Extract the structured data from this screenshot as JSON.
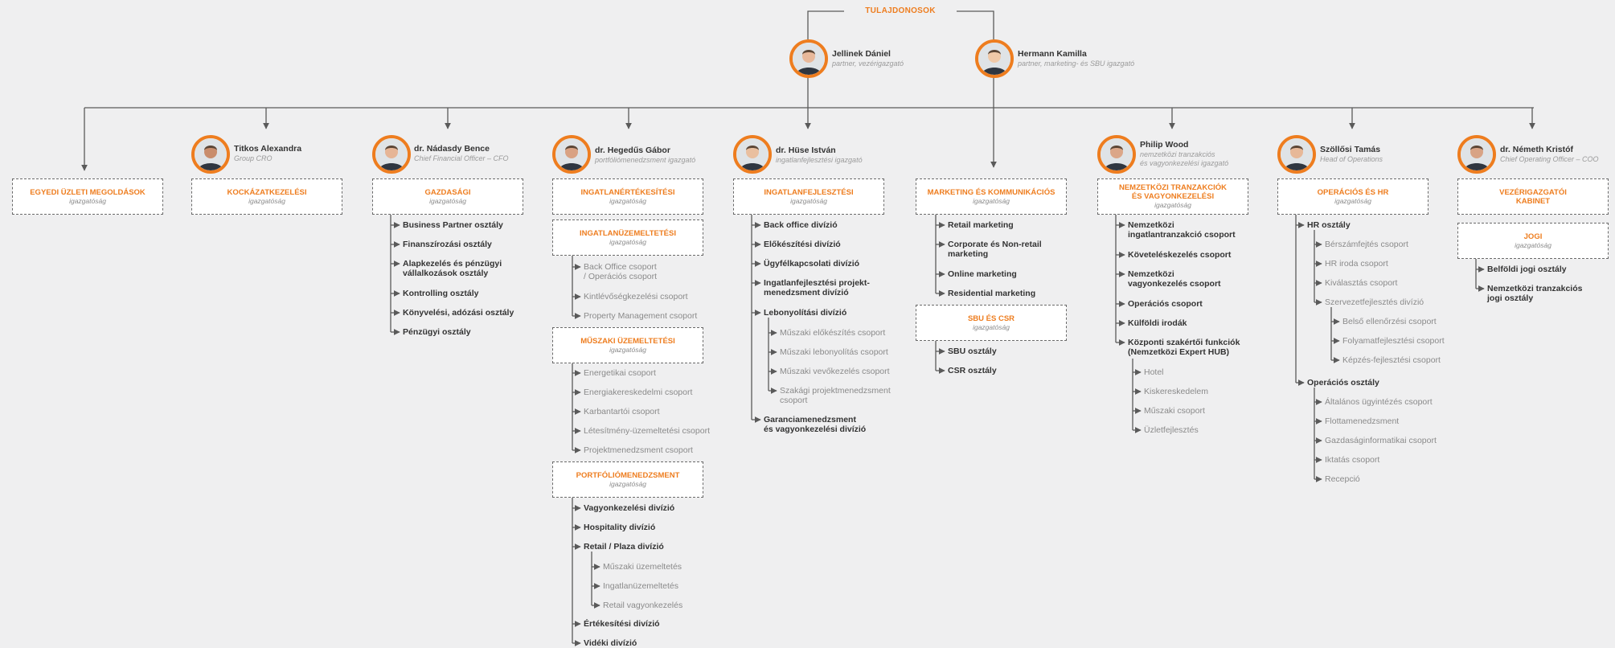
{
  "owners": {
    "label": "TULAJDONOSOK",
    "people": [
      {
        "name": "Jellinek Dániel",
        "role": "partner, vezérigazgató"
      },
      {
        "name": "Hermann Kamilla",
        "role": "partner, marketing- és SBU igazgató"
      }
    ]
  },
  "managers": [
    {
      "name": "Titkos Alexandra",
      "role": "Group CRO"
    },
    {
      "name": "dr. Nádasdy Bence",
      "role": "Chief Financial Officer – CFO"
    },
    {
      "name": "dr. Hegedűs Gábor",
      "role": "portfólió­menedzsment igazgató"
    },
    {
      "name": "dr. Hüse István",
      "role": "ingatlanfejlesztési igazgató"
    },
    {
      "name": "Philip Wood",
      "role": "nemzetközi tranzakciós\nés vagyonkezelési igazgató"
    },
    {
      "name": "Szöllősi Tamás",
      "role": "Head of Operations"
    },
    {
      "name": "dr. Németh Kristóf",
      "role": "Chief Operating Officer – COO"
    }
  ],
  "boxes": [
    {
      "title": "EGYEDI ÜZLETI MEGOLDÁSOK",
      "sub": "igazgatóság"
    },
    {
      "title": "KOCKÁZATKEZELÉSI",
      "sub": "igazgatóság"
    },
    {
      "title": "GAZDASÁGI",
      "sub": "igazgatóság"
    },
    {
      "title": "INGATLANÉRTÉKESÍTÉSI",
      "sub": "igazgatóság"
    },
    {
      "title": "INGATLANÜZEMELTETÉSI",
      "sub": "igazgatóság"
    },
    {
      "title": "MŰSZAKI ÜZEMELTETÉSI",
      "sub": "igazgatóság"
    },
    {
      "title": "PORTFÓLIÓMENEDZSMENT",
      "sub": "igazgatóság"
    },
    {
      "title": "INGATLANFEJLESZTÉSI",
      "sub": "igazgatóság"
    },
    {
      "title": "MARKETING ÉS KOMMUNIKÁCIÓS",
      "sub": "igazgatóság"
    },
    {
      "title": "SBU ÉS CSR",
      "sub": "igazgatóság"
    },
    {
      "title": "NEMZETKÖZI TRANZAKCIÓK\nÉS VAGYONKEZELÉSI",
      "sub": "igazgatóság"
    },
    {
      "title": "OPERÁCIÓS ÉS HR",
      "sub": "igazgatóság"
    },
    {
      "title": "VEZÉRIGAZGATÓI\nKABINET",
      "sub": ""
    },
    {
      "title": "JOGI",
      "sub": "igazgatóság"
    }
  ],
  "units": {
    "gazdasagi": [
      "Business Partner osztály",
      "Finanszírozási osztály",
      "Alapkezelés és pénzügyi\nvállalkozások osztály",
      "Kontrolling osztály",
      "Könyvelési, adózási osztály",
      "Pénzügyi osztály"
    ],
    "ingatlanuzemeltetesi": [
      "Back Office csoport\n/ Operációs csoport",
      "Kintlévőségkezelési csoport",
      "Property Management csoport"
    ],
    "muszaki": [
      "Energetikai csoport",
      "Energiakereskedelmi csoport",
      "Karbantartói csoport",
      "Létesítmény-üzemeltetési csoport",
      "Projektmenedzsment csoport"
    ],
    "portfolio": [
      "Vagyonkezelési divízió",
      "Hospitality divízió",
      "Retail / Plaza divízió",
      "Értékesítési divízió",
      "Vidéki divízió"
    ],
    "retail_sub": [
      "Műszaki üzemeltetés",
      "Ingatlanüzemeltetés",
      "Retail vagyonkezelés"
    ],
    "fejlesztesi": [
      "Back office divízió",
      "Előkészítési divízió",
      "Ügyfélkapcsolati divízió",
      "Ingatlanfejlesztési projekt-\nmenedzsment divízió",
      "Lebonyolítási divízió",
      "Garanciamenedzsment\nés vagyonkezelési divízió"
    ],
    "lebonyolitasi_sub": [
      "Műszaki előkészítés csoport",
      "Műszaki lebonyolítás csoport",
      "Műszaki vevőkezelés csoport",
      "Szakági projektmenedzsment\ncsoport"
    ],
    "marketing": [
      "Retail marketing",
      "Corporate és Non-retail\nmarketing",
      "Online marketing",
      "Residential marketing"
    ],
    "sbu": [
      "SBU osztály",
      "CSR osztály"
    ],
    "nemzetkozi": [
      "Nemzetközi\ningatlantranzakció csoport",
      "Követeléskezelés csoport",
      "Nemzetközi\nvagyonkezelés csoport",
      "Operációs csoport",
      "Külföldi irodák",
      "Központi szakértői funkciók\n(Nemzetközi Expert HUB)"
    ],
    "expert_sub": [
      "Hotel",
      "Kiskereskedelem",
      "Műszaki csoport",
      "Üzletfejlesztés"
    ],
    "operacios": [
      "HR osztály",
      "Operációs osztály"
    ],
    "hr_sub": [
      "Bérszámfejtés csoport",
      "HR iroda csoport",
      "Kiválasztás csoport",
      "Szervezetfejlesztés divízió"
    ],
    "szervezet_sub": [
      "Belső ellenőrzési csoport",
      "Folyamatfejlesztési csoport",
      "Képzés-fejlesztési csoport"
    ],
    "ops_sub": [
      "Általános ügyintézés csoport",
      "Flottamenedzsment",
      "Gazdaságinformatikai csoport",
      "Iktatás csoport",
      "Recepció"
    ],
    "jogi": [
      "Belföldi jogi osztály",
      "Nemzetközi tranzakciós\njogi osztály"
    ]
  },
  "colors": {
    "accent": "#ee7d1f",
    "line": "#5a5a5a",
    "background": "#efeff0"
  }
}
